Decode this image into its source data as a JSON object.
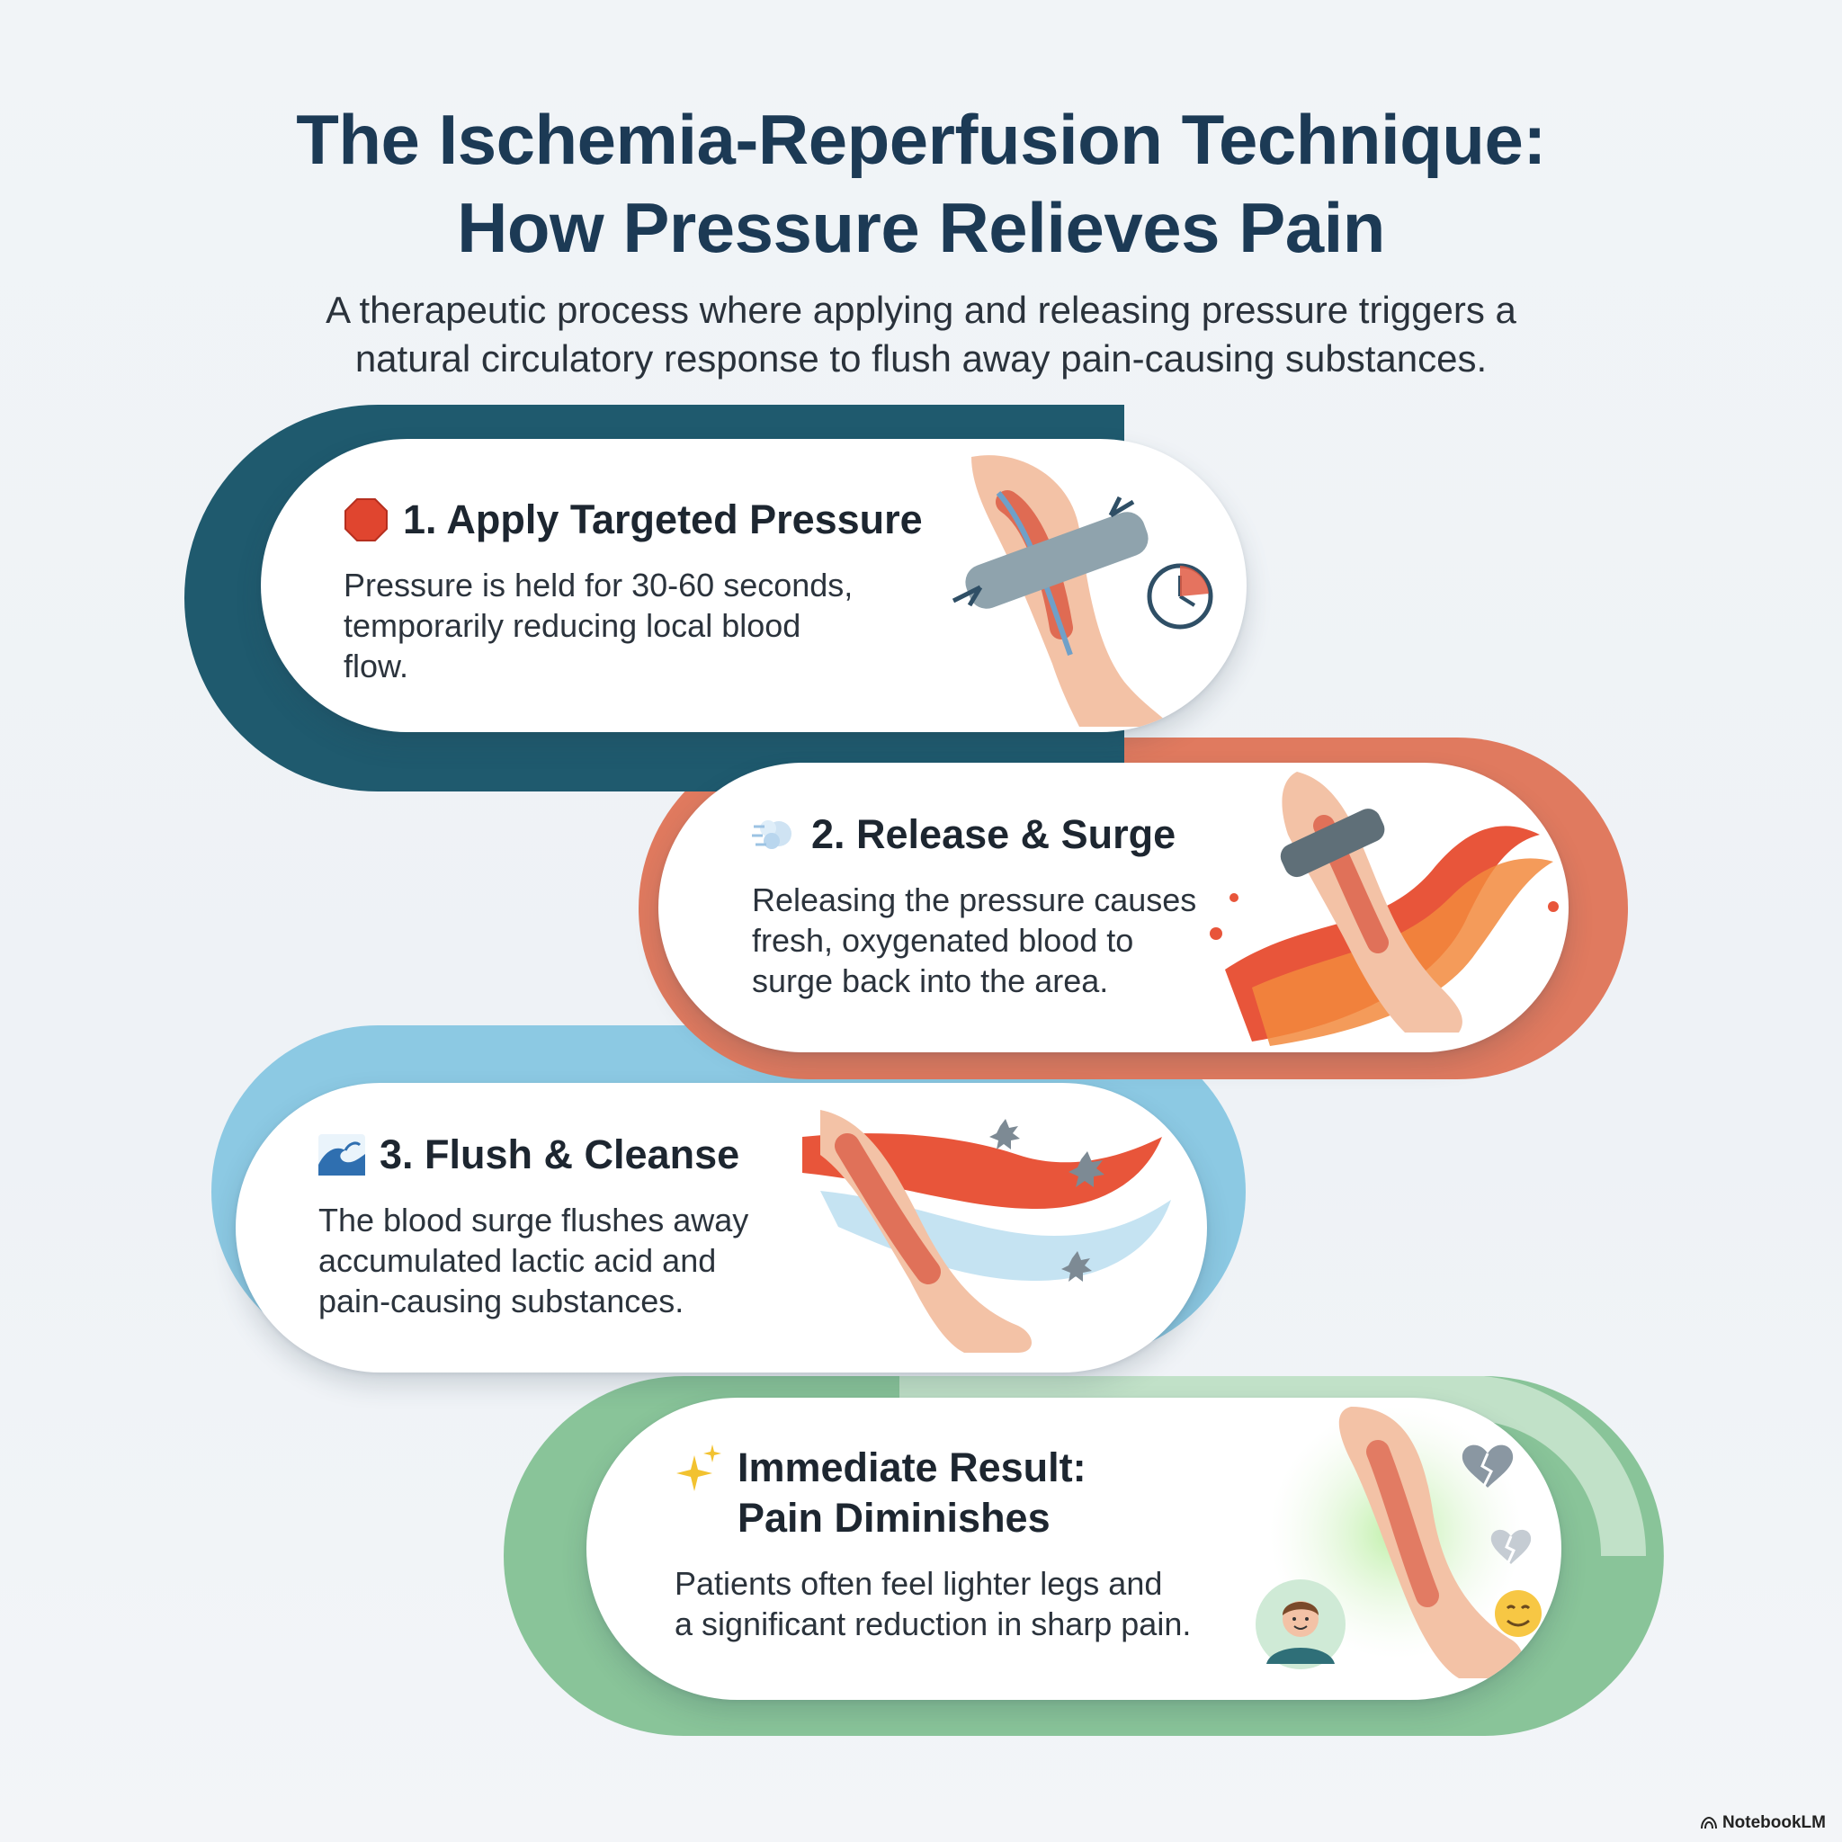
{
  "header": {
    "title_line1": "The Ischemia-Reperfusion Technique:",
    "title_line2": "How Pressure Relieves Pain",
    "subtitle_line1": "A therapeutic process where applying and releasing pressure triggers a",
    "subtitle_line2": "natural circulatory response to flush away pain-causing substances."
  },
  "steps": [
    {
      "icon": "stop-sign-icon",
      "color": "#1f5a6e",
      "title": "1. Apply Targeted Pressure",
      "desc_lines": [
        "Pressure is held for 30-60 seconds,",
        "temporarily reducing local blood",
        "flow."
      ]
    },
    {
      "icon": "dash-puff-icon",
      "color": "#e07a5f",
      "title": "2. Release & Surge",
      "desc_lines": [
        "Releasing the pressure causes",
        "fresh, oxygenated blood to",
        "surge back into the area."
      ]
    },
    {
      "icon": "wave-icon",
      "color": "#8cc9e3",
      "title": "3. Flush & Cleanse",
      "desc_lines": [
        "The blood surge flushes away",
        "accumulated lactic acid and",
        "pain-causing substances."
      ]
    },
    {
      "icon": "sparkles-icon",
      "color": "#7dbf8e",
      "title_lines": [
        "Immediate Result:",
        "Pain Diminishes"
      ],
      "desc_lines": [
        "Patients often feel lighter legs and",
        "a significant reduction in sharp pain."
      ]
    }
  ],
  "footer": {
    "brand": "NotebookLM"
  }
}
